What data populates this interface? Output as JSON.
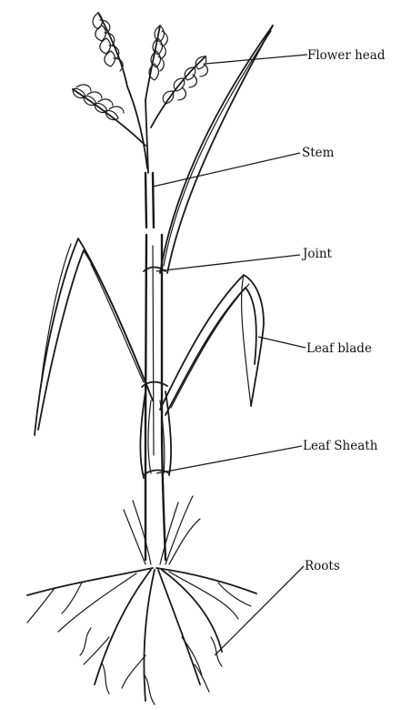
{
  "labels": {
    "flower_head": "Flower head",
    "stem": "Stem",
    "joint": "Joint",
    "leaf_blade": "Leaf blade",
    "leaf_sheath": "Leaf Sheath",
    "roots": "Roots"
  },
  "colors": {
    "ink": "#1a1a1a",
    "background": "#ffffff"
  }
}
